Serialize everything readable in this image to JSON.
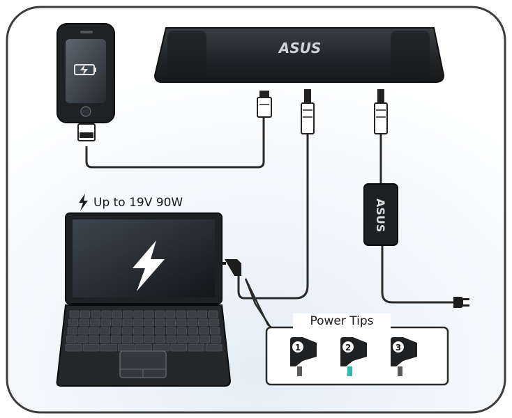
{
  "brand": {
    "dock_logo_text": "ASUS",
    "adapter_logo_text": "ASUS"
  },
  "labels": {
    "power_output": "Up to 19V 90W",
    "power_tips_title": "Power Tips"
  },
  "power_tips": [
    {
      "number": "1",
      "tip_color": "#5a5a5a"
    },
    {
      "number": "2",
      "tip_color": "#2fb7b0"
    },
    {
      "number": "3",
      "tip_color": "#5a5a5a"
    }
  ],
  "icons": {
    "phone_screen": "battery-charging-icon",
    "laptop_screen": "lightning-bolt-icon",
    "power_label": "lightning-bolt-icon"
  },
  "colors": {
    "device_body": "#1f2326",
    "frame_stroke": "#3c3c3c",
    "background_tint": "#eef3f8",
    "accent_tip": "#2fb7b0"
  }
}
